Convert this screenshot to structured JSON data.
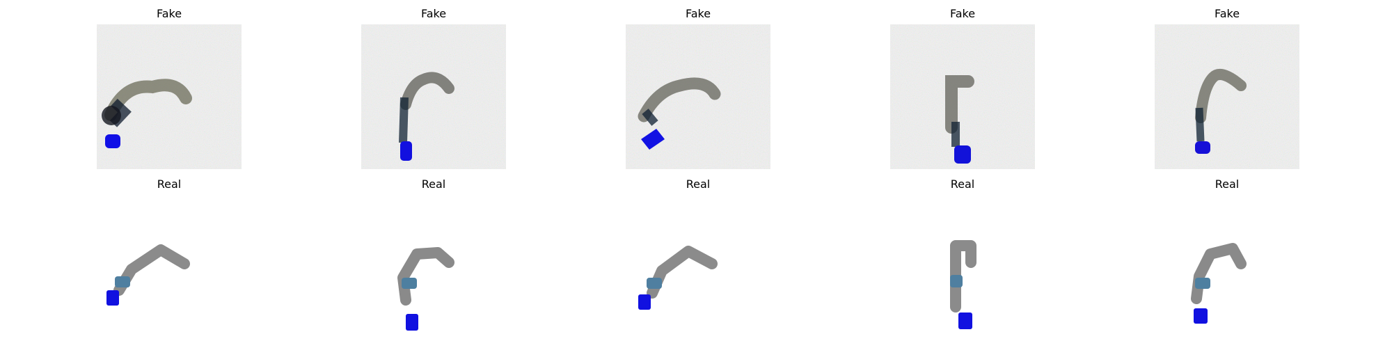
{
  "figure": {
    "rows": [
      {
        "label": "Fake",
        "kind": "generated"
      },
      {
        "label": "Real",
        "kind": "ground-truth"
      }
    ],
    "columns": 5,
    "subject": "robot-arm-with-blue-cube",
    "colors": {
      "background": "#ffffff",
      "arm": "#8c8c8c",
      "joint": "#4f7fa0",
      "cube": "#1010e0"
    }
  }
}
